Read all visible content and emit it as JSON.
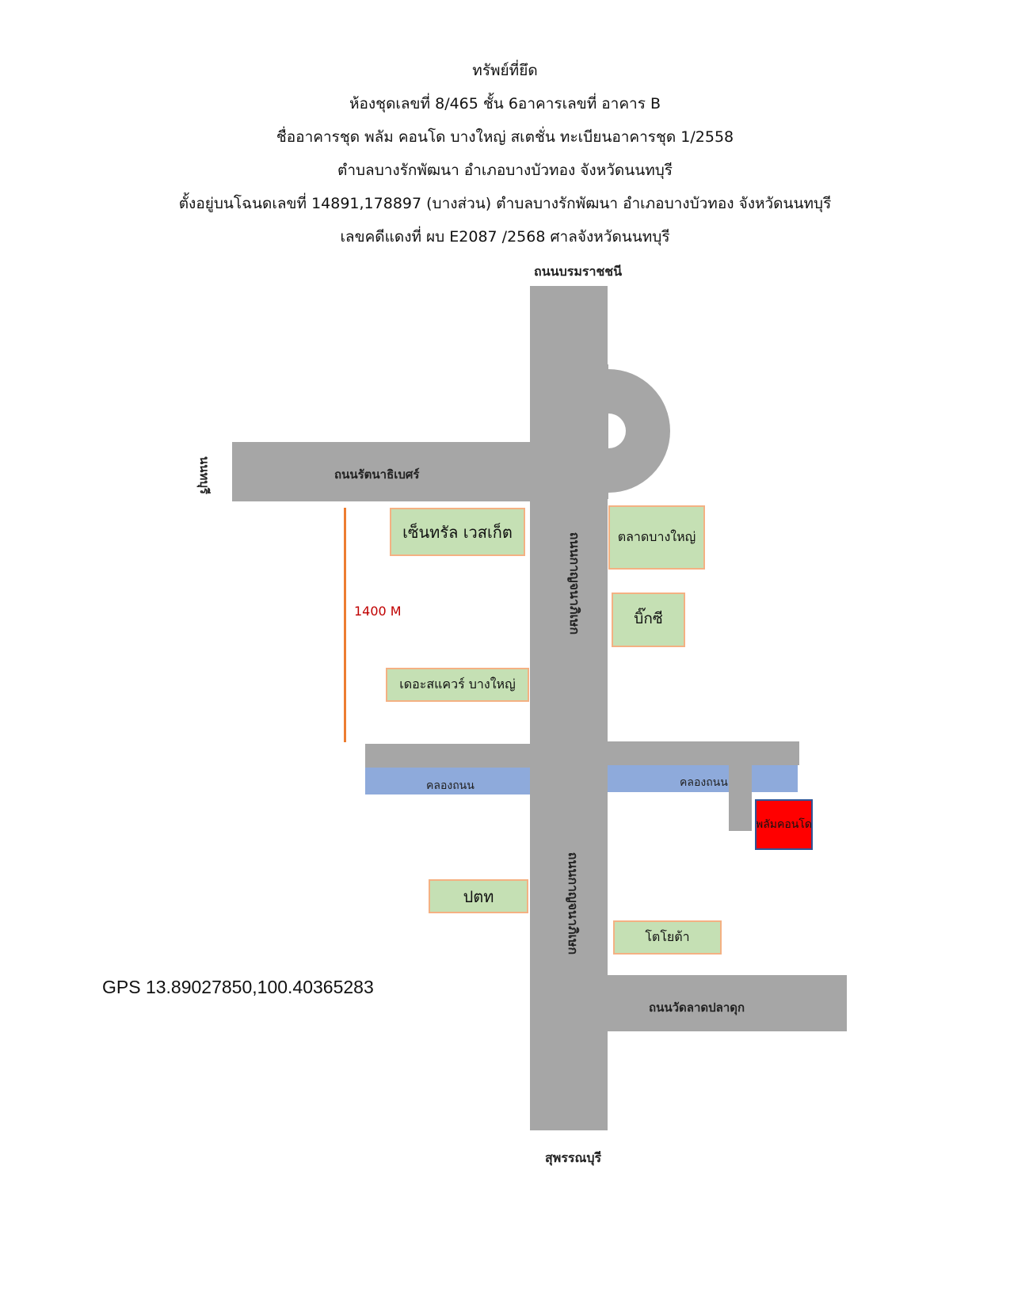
{
  "header": {
    "line1": "ทรัพย์ที่ยึด",
    "line2": "ห้องชุดเลขที่ 8/465  ชั้น 6อาคารเลขที่ อาคาร B",
    "line3": "ชื่ออาคารชุด พลัม คอนโด บางใหญ่ สเตชั่น ทะเบียนอาคารชุด  1/2558",
    "line4": "ตำบลบางรักพัฒนา อำเภอบางบัวทอง จังหวัดนนทบุรี",
    "line5": "ตั้งอยู่บนโฉนดเลขที่ 14891,178897 (บางส่วน) ตำบลบางรักพัฒนา อำเภอบางบัวทอง จังหวัดนนทบุรี",
    "line6": "เลขคดีแดงที่ ผบ E2087 /2568 ศาลจังหวัดนนทบุรี"
  },
  "map": {
    "north_label": "ถนนบรมราชชนี",
    "south_label": "สุพรรณบุรี",
    "west_label": "นนทบุรี",
    "rattanathibet_road": "ถนนรัตนาธิเบศร์",
    "kanchanaphisek_upper": "ถนนกาญจนาภิเษก",
    "kanchanaphisek_lower": "ถนนกาญจนาภิเษก",
    "wat_lat_pla_duk_road": "ถนนวัดลาดปลาดุก",
    "canal_left": "คลองถนน",
    "canal_right": "คลองถนน",
    "distance": "1400 M",
    "places": {
      "central_westgate": "เซ็นทรัล เวสเก็ต",
      "talad_bang_yai": "ตลาดบางใหญ่",
      "big_c": "บิ๊กซี",
      "the_square": "เดอะสแควร์ บางใหญ่",
      "ptt": "ปตท",
      "toyota": "โตโยต้า",
      "plum_condo": "พลัมคอนโด"
    },
    "colors": {
      "road": "#a6a6a6",
      "canal": "#8eaadb",
      "place_fill": "#c5e0b4",
      "place_border": "#f4b183",
      "target_fill": "#ff0000",
      "target_border": "#2f5597",
      "distance_line": "#ed7d31",
      "distance_text": "#c00000"
    }
  },
  "gps": "GPS 13.89027850,100.40365283"
}
